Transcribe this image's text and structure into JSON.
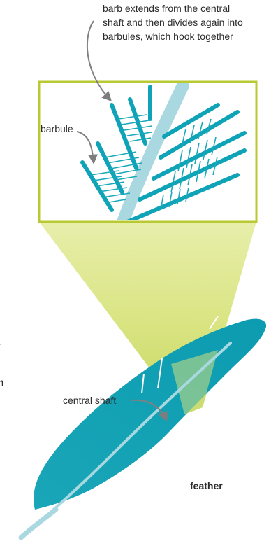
{
  "labels": {
    "top_note_lines": [
      "barb extends from the central",
      "shaft and then divides again into",
      "barbules, which hook together"
    ],
    "barbule": "barbule",
    "central_shaft": "central shaft",
    "feather": "feather",
    "left_edge_fragment_1": "t",
    "left_edge_fragment_2": "n"
  },
  "colors": {
    "feather_teal": "#0fa3b7",
    "shaft_light": "#9fd3dc",
    "inset_border": "#b8c931",
    "magnify_beam": "#d6e27a",
    "arrow_gray": "#808080"
  },
  "icons": {
    "arrow": "curved-arrow"
  }
}
